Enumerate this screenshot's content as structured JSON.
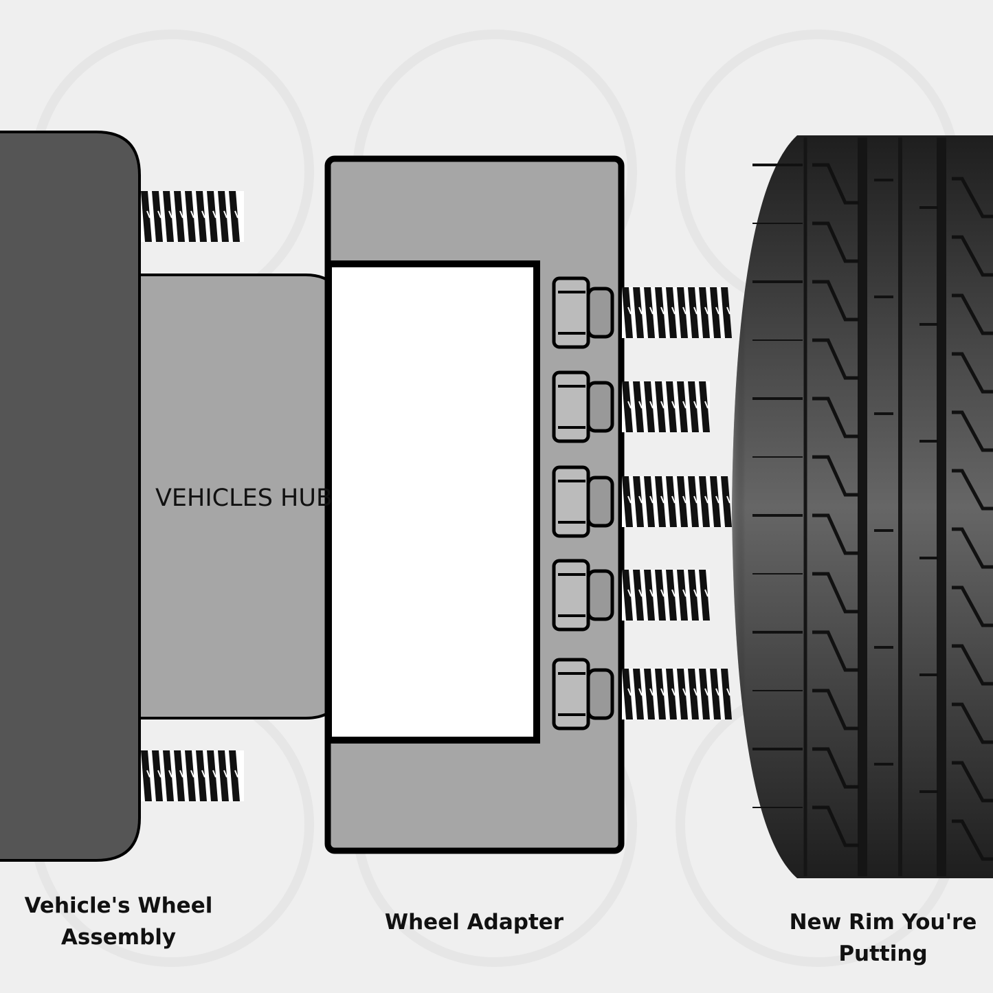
{
  "hub_label": "VEHICLES HUB",
  "labels": {
    "assembly": "Vehicle's Wheel Assembly",
    "adapter": "Wheel Adapter",
    "rim": "New Rim You're Putting"
  },
  "colors": {
    "background": "#efefef",
    "assembly": "#555555",
    "hub": "#a6a6a6",
    "adapter": "#a6a6a6",
    "outline": "#000000",
    "tire_dark": "#1e1e1e",
    "tire_mid": "#666666"
  }
}
